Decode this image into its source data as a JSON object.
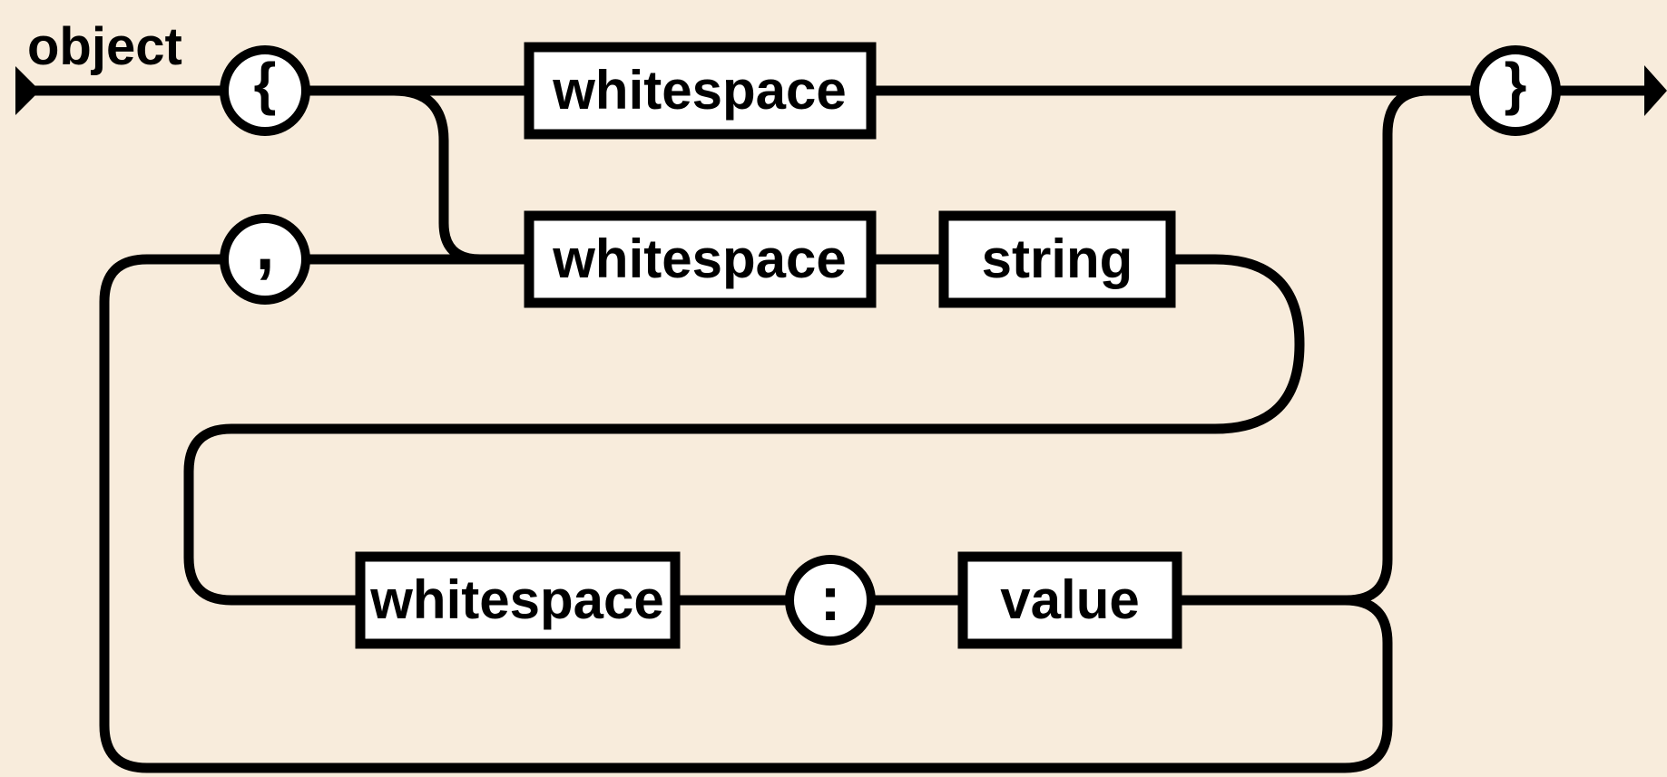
{
  "diagram": {
    "title": "object",
    "colors": {
      "background": "#f8ecdc",
      "line": "#000000",
      "node_fill": "#ffffff"
    },
    "nodes": {
      "open_brace": "{",
      "ws_top": "whitespace",
      "close_brace": "}",
      "comma": ",",
      "ws_mid": "whitespace",
      "string": "string",
      "ws_bottom": "whitespace",
      "colon": ":",
      "value": "value"
    }
  }
}
